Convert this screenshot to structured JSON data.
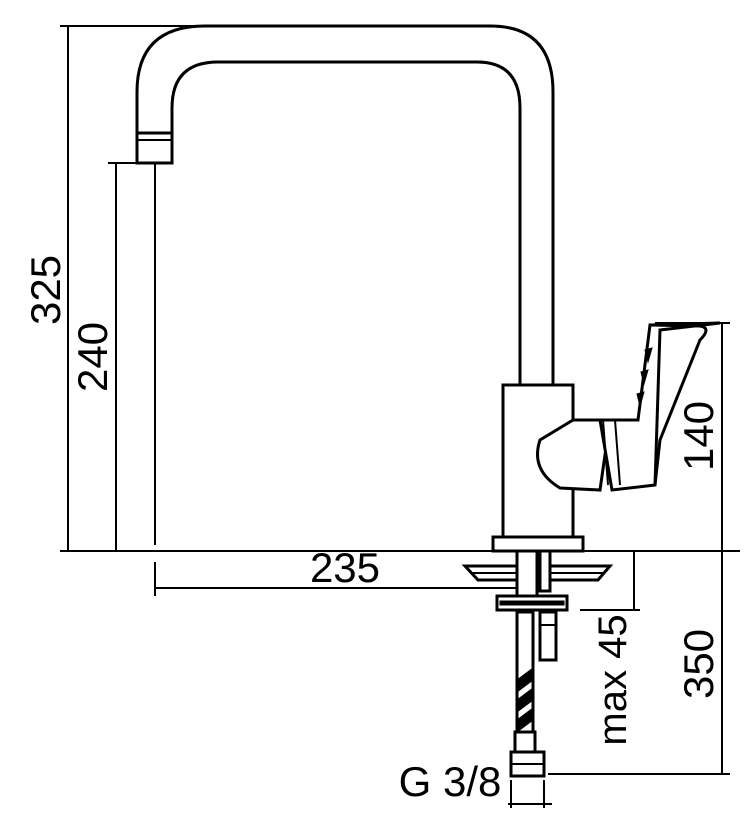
{
  "drawing": {
    "dimensions": {
      "total_height": "325",
      "spout_height": "240",
      "spout_reach": "235",
      "handle_height": "140",
      "hose_length": "350",
      "max_deck_thickness": "max 45",
      "connection_thread": "G 3/8"
    },
    "colors": {
      "line": "#000000",
      "background": "#ffffff"
    }
  }
}
